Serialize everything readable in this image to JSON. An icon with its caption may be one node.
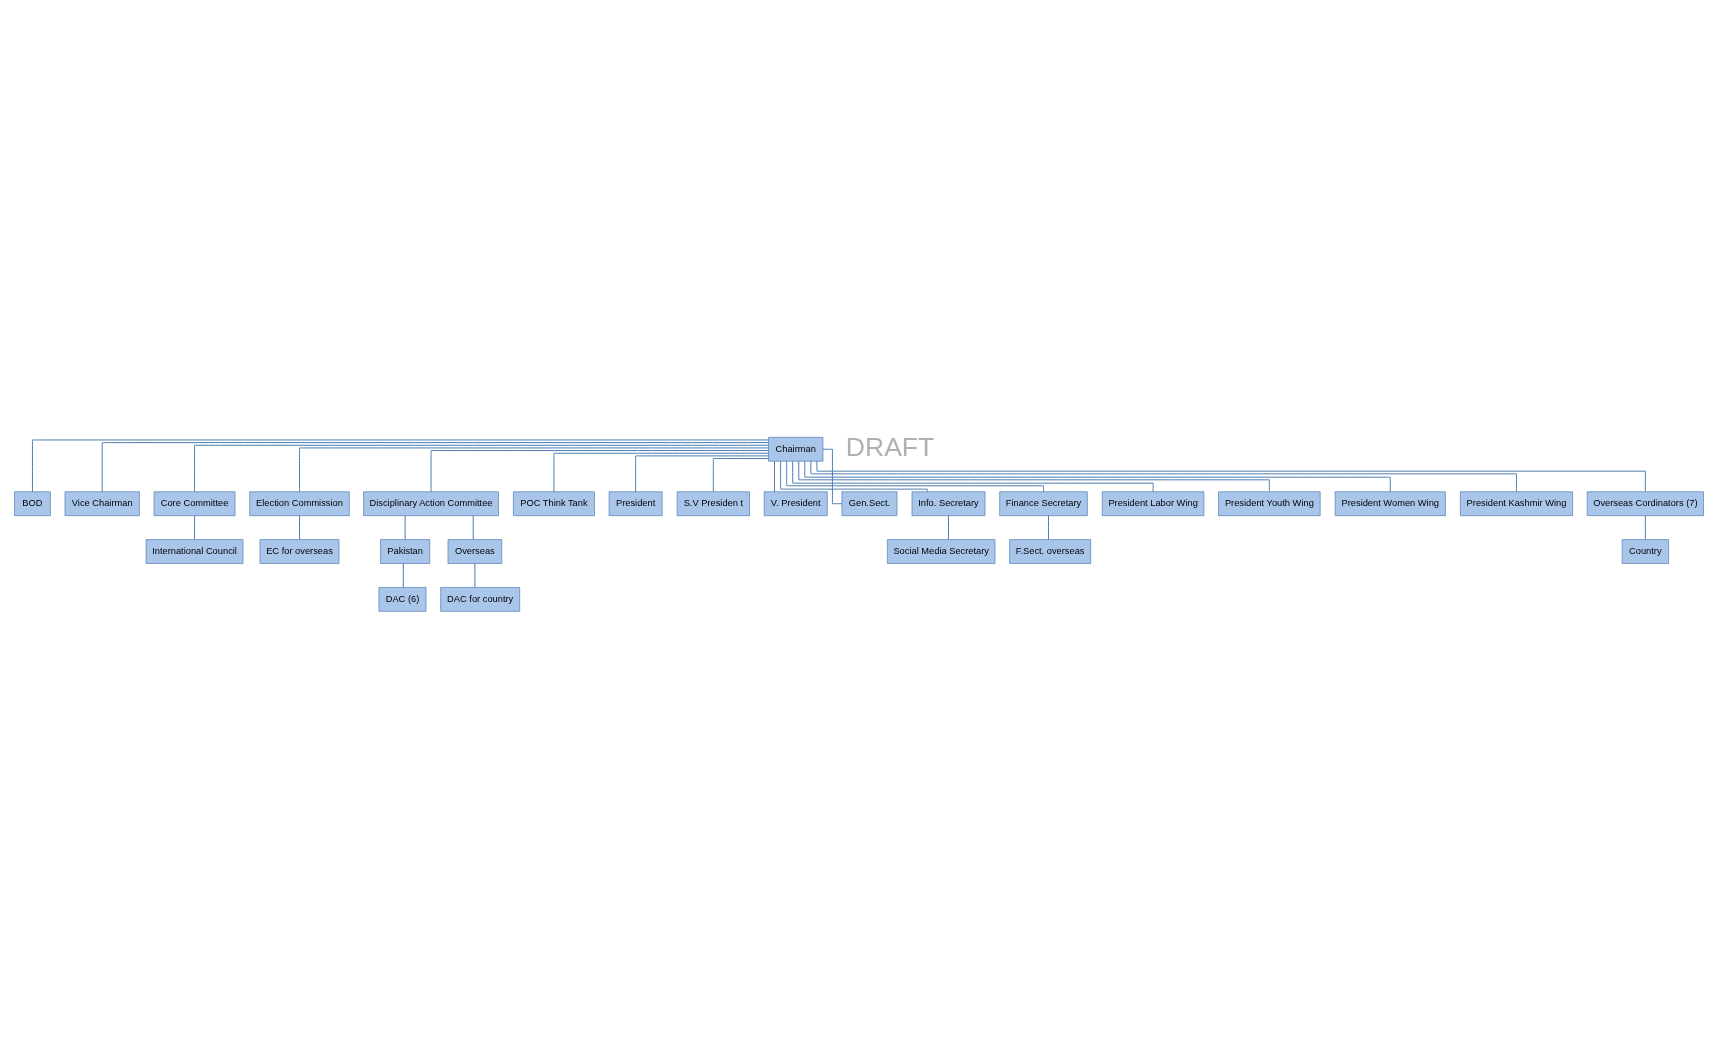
{
  "diagram": {
    "nodes": [
      {
        "text": [
          "Chairman"
        ]
      },
      {
        "text": [
          "BOD"
        ]
      },
      {
        "text": [
          "Vice Chairman"
        ]
      },
      {
        "text": [
          "Core Committee"
        ]
      },
      {
        "text": [
          "International Council"
        ]
      },
      {
        "text": [
          "Election Commission"
        ]
      },
      {
        "text": [
          "Disciplinary Action Committee"
        ]
      },
      {
        "text": [
          "Pakistan"
        ]
      },
      {
        "text": [
          "Overseas"
        ]
      },
      {
        "text": [
          "EC for overseas"
        ]
      },
      {
        "text": [
          "DAC for country"
        ]
      },
      {
        "text": [
          "DAC (6)"
        ]
      },
      {
        "text": [
          "POC Think Tank"
        ]
      },
      {
        "text": [
          "President"
        ]
      },
      {
        "text": [
          "S.V Presiden t"
        ]
      },
      {
        "text": [
          "V. President"
        ]
      },
      {
        "text": [
          "Gen.Sect."
        ]
      },
      {
        "text": [
          "Info. Secretary"
        ]
      },
      {
        "text": [
          "Finance Secretary"
        ]
      },
      {
        "text": [
          "President Labor Wing"
        ]
      },
      {
        "text": [
          "President Youth Wing"
        ]
      },
      {
        "text": [
          "President Women Wing"
        ]
      },
      {
        "text": [
          "President Kashmir Wing"
        ]
      },
      {
        "text": [
          "Social Media Secretary"
        ]
      },
      {
        "text": [
          "F.Sect. overseas"
        ]
      },
      {
        "text": [
          "Overseas Cordinators (7)"
        ]
      },
      {
        "text": [
          "Country"
        ]
      }
    ],
    "edges": [
      {
        "from": 0,
        "to": 1,
        "arrow": "none"
      },
      {
        "from": 0,
        "to": 2,
        "arrow": "none"
      },
      {
        "from": 0,
        "to": 3,
        "arrow": "none"
      },
      {
        "from": 3,
        "to": 4,
        "arrow": "none"
      },
      {
        "from": 0,
        "to": 6,
        "arrow": "none"
      },
      {
        "from": 0,
        "to": 5,
        "arrow": "none"
      },
      {
        "from": 6,
        "to": 7,
        "arrow": "none"
      },
      {
        "from": 6,
        "to": 8,
        "arrow": "none"
      },
      {
        "from": 5,
        "to": 9,
        "arrow": "none"
      },
      {
        "from": 8,
        "to": 10,
        "arrow": "none"
      },
      {
        "from": 7,
        "to": 11,
        "arrow": "none"
      },
      {
        "from": 0,
        "to": 12,
        "arrow": "none"
      },
      {
        "from": 0,
        "to": 13,
        "arrow": "none"
      },
      {
        "from": 0,
        "to": 14,
        "arrow": "none"
      },
      {
        "from": 0,
        "to": 15,
        "arrow": "none"
      },
      {
        "from": 0,
        "to": 16,
        "arrow": "none"
      },
      {
        "from": 0,
        "to": 17,
        "arrow": "none"
      },
      {
        "from": 0,
        "to": 18,
        "arrow": "none"
      },
      {
        "from": 0,
        "to": 19,
        "arrow": "none"
      },
      {
        "from": 0,
        "to": 20,
        "arrow": "none"
      },
      {
        "from": 0,
        "to": 21,
        "arrow": "none"
      },
      {
        "from": 0,
        "to": 22,
        "arrow": "none"
      },
      {
        "from": 17,
        "to": 23,
        "arrow": "none"
      },
      {
        "from": 18,
        "to": 24,
        "arrow": "none"
      },
      {
        "from": 0,
        "to": 25,
        "arrow": "none"
      },
      {
        "from": 25,
        "to": 26,
        "arrow": "none"
      }
    ],
    "labels": [
      "DRAFT"
    ]
  }
}
